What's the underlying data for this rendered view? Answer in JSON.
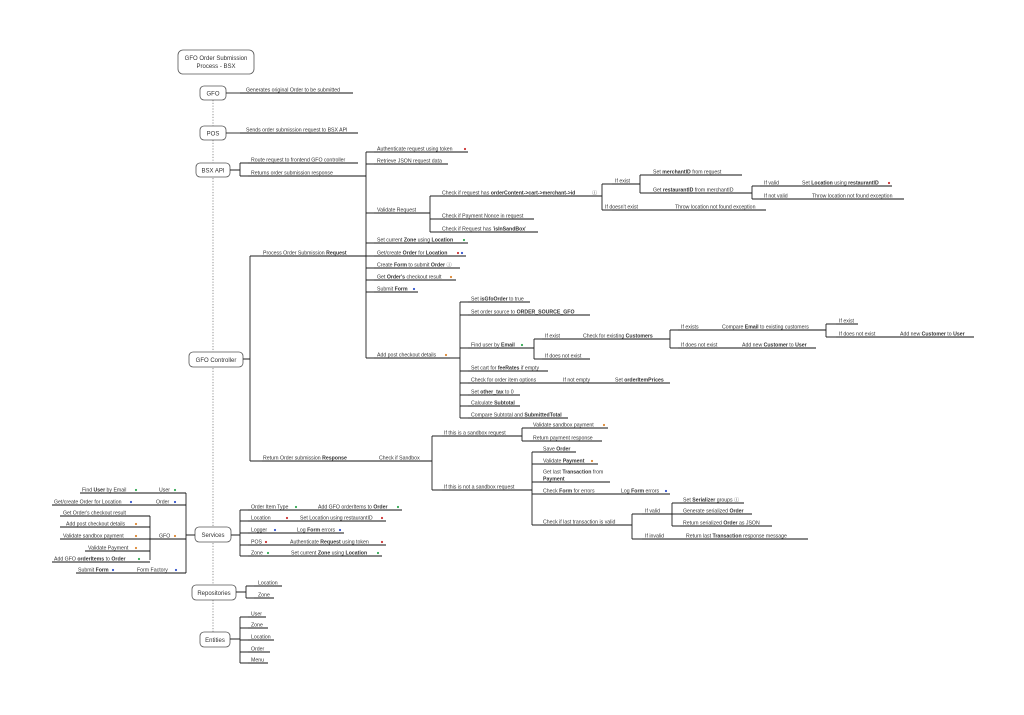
{
  "title": "GFO Order Submission Process - BSX",
  "colors": {
    "red": "#cc3333",
    "green": "#33aa55",
    "blue": "#3355cc",
    "orange": "#dd8833",
    "line": "#222222"
  },
  "main_nodes": {
    "gfo": "GFO",
    "pos": "POS",
    "bsx_api": "BSX API",
    "gfo_controller": "GFO Controller",
    "services": "Services",
    "repositories": "Repositories",
    "entities": "Entities"
  },
  "gfo_label": "Generates original Order to be submitted",
  "pos_label": "Sends order submission request to BSX API",
  "bsx_labels": [
    "Route request to frontend GFO controller",
    "Returns order submission response"
  ],
  "controller": {
    "process": "Process Order Submission Request",
    "auth": "Authenticate request using token",
    "retrieve": "Retrieve JSON request data",
    "validate": "Validate Request",
    "check_merchant": "Check if request has orderContent->cart->merchant->id",
    "if_exist": "If exist",
    "if_doesnt_exist": "If doesn't exist",
    "set_merchant": "Set merchantID from request",
    "get_restaurant": "Get restaurantID from merchantID",
    "if_valid": "If valid",
    "if_not_valid": "If not valid",
    "set_location": "Set Location using restaurantID",
    "throw_location": "Throw location not found exception",
    "throw_location2": "Throw location not found exception",
    "check_nonce": "Check if Payment Nonce in request",
    "check_sandbox": "Check if Request has 'isInSandBox'",
    "set_zone": "Set current Zone using Location",
    "get_create_order": "Get/create Order for Location",
    "create_form": "Create Form to submit Order",
    "get_checkout": "Get Order's checkout result",
    "submit_form": "Submit Form",
    "add_post": "Add post checkout details",
    "set_isgfo": "Set isGfoOrder to true",
    "set_source": "Set order source to ORDER_SOURCE_GFO",
    "find_user": "Find user by Email",
    "fu_if_exist": "If exist",
    "fu_if_not": "If does not exist",
    "check_customers": "Check for existing Customers",
    "if_exists": "If exists",
    "if_does_not_exist": "If does not exist",
    "compare_email": "Compare Email to existing customers",
    "if_exist2": "If exist",
    "if_does_not_exist2": "If does not exist",
    "add_new_customer_user": "Add new Customer to User",
    "add_new_customer_user2": "Add new Customer to User",
    "set_cart": "Set cart for feeRates if empty",
    "check_items": "Check for order item options",
    "if_not_empty": "If not empty",
    "set_prices": "Set orderItemPrices",
    "set_tax": "Set other_tax to 0",
    "calc_subtotal": "Calculate Subtotal",
    "compare_subtotal": "Compare Subtotal and SubmittedTotal",
    "return_resp": "Return Order submission Response",
    "check_sandbox2": "Check if Sandbox",
    "if_sandbox": "If this is a sandbox request",
    "if_not_sandbox": "If this is not a sandbox request",
    "validate_sandbox": "Validate sandbox payment",
    "return_payment": "Return payment response",
    "save_order": "Save Order",
    "validate_payment": "Validate Payment",
    "get_last_tx": "Get last Transaction from",
    "get_last_tx2": "Payment",
    "check_form_errors": "Check Form for errors",
    "log_form_errors": "Log Form errors",
    "check_last_tx": "Check if last transaction is valid",
    "tx_if_valid": "If valid",
    "tx_if_invalid": "If invalid",
    "set_serializer": "Set Serializer groups",
    "generate_serialized": "Generate serialized Order",
    "return_serialized": "Return serialized Order as JSON",
    "return_last_tx": "Return last Transaction response message"
  },
  "services_left": {
    "user_items": [
      "Find User by Email"
    ],
    "user_label": "User",
    "order_items": [
      "Get/create Order for Location"
    ],
    "order_label": "Order",
    "gfo_items": [
      "Get Order's checkout result",
      "Add post checkout details",
      "Validate sandbox payment",
      "Validate Payment",
      "Add GFO orderItems to Order"
    ],
    "gfo_label": "GFO",
    "form_items": [
      "Submit Form"
    ],
    "form_label": "Form Factory"
  },
  "services_right": [
    {
      "label": "Order Item Type",
      "action": "Add GFO orderItems to Order"
    },
    {
      "label": "Location",
      "action": "Set Location using restaurantID"
    },
    {
      "label": "Logger",
      "action": "Log Form errors"
    },
    {
      "label": "POS",
      "action": "Authenticate Request using token"
    },
    {
      "label": "Zone",
      "action": "Set current Zone using Location"
    }
  ],
  "repositories": [
    "Location",
    "Zone"
  ],
  "entities": [
    "User",
    "Zone",
    "Location",
    "Order",
    "Menu"
  ]
}
